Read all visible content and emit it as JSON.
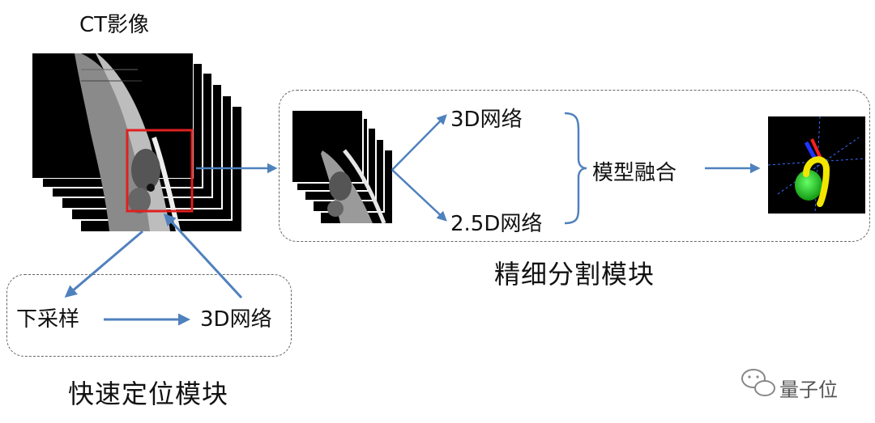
{
  "labels": {
    "ct_images": "CT影像",
    "fine_module": "精细分割模块",
    "locate_module": "快速定位模块",
    "net_3d_top": "3D网络",
    "net_25d": "2.5D网络",
    "fusion": "模型融合",
    "downsample": "下采样",
    "net_3d_bottom": "3D网络"
  },
  "watermark": {
    "text": "量子位",
    "icon": "wechat-icon"
  },
  "colors": {
    "arrow": "#4f81bd",
    "highlight": "#e02020",
    "aorta_yellow": "#f2e600",
    "heart_green": "#22cc22"
  }
}
